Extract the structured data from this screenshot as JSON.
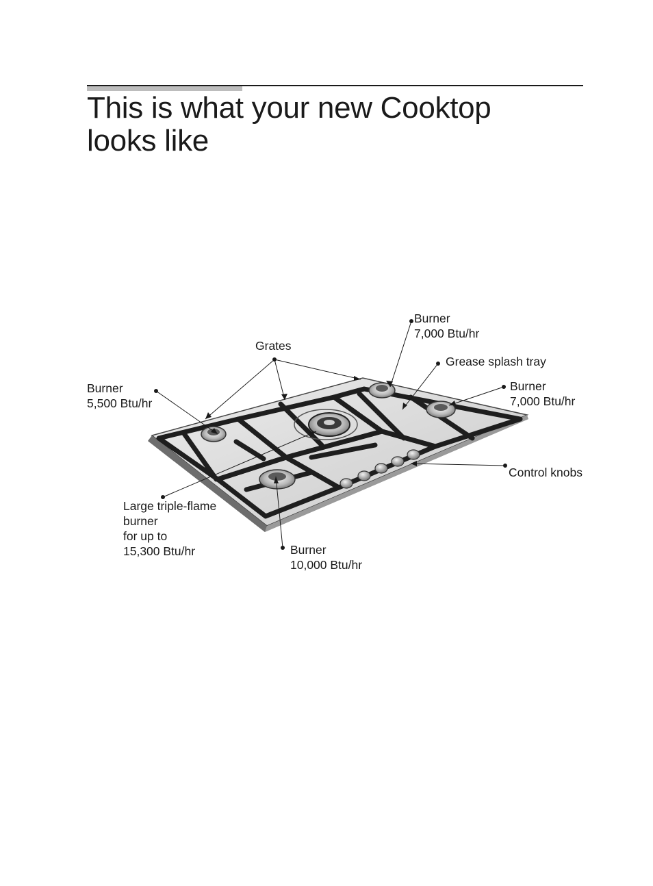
{
  "page": {
    "title_line1": "This is what your new Cooktop",
    "title_line2": "looks like"
  },
  "callouts": {
    "burner_back_middle": {
      "line1": "Burner",
      "line2": "7,000 Btu/hr"
    },
    "grates": {
      "line1": "Grates"
    },
    "grease_splash_tray": {
      "line1": "Grease splash tray"
    },
    "burner_left": {
      "line1": "Burner",
      "line2": "5,500 Btu/hr"
    },
    "burner_right": {
      "line1": "Burner",
      "line2": "7,000 Btu/hr"
    },
    "control_knobs": {
      "line1": "Control knobs"
    },
    "large_burner": {
      "line1": "Large triple-flame",
      "line2": "burner",
      "line3": "for up to",
      "line4": "15,300 Btu/hr"
    },
    "burner_front": {
      "line1": "Burner",
      "line2": "10,000 Btu/hr"
    }
  },
  "colors": {
    "text": "#1a1a1a",
    "rule_accent": "#bdbdbd",
    "cooktop_surface": "#d9d9d9",
    "grate": "#1e1e1e"
  }
}
